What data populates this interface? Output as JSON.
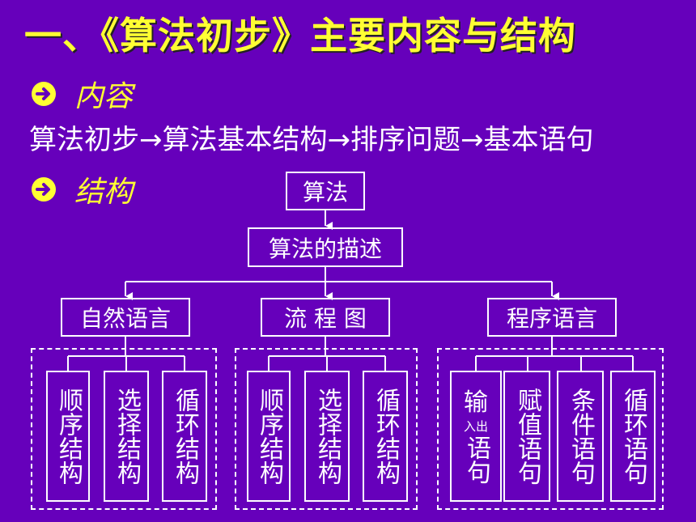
{
  "title": "一、《算法初步》主要内容与结构",
  "sections": [
    {
      "label": "内容"
    },
    {
      "label": "结构"
    }
  ],
  "content_line": "算法初步→算法基本结构→排序问题→基本语句",
  "tree": {
    "root": "算法",
    "level2": "算法的描述",
    "categories": [
      "自然语言",
      "流 程 图",
      "程序语言"
    ],
    "natural_language_leaves": [
      "顺序结构",
      "选择结构",
      "循环结构"
    ],
    "flowchart_leaves": [
      "顺序结构",
      "选择结构",
      "循环结构"
    ],
    "program_language_leaves": [
      {
        "top": "输",
        "middle": "入出",
        "bottom": "语句"
      },
      {
        "text": "赋值语句"
      },
      {
        "text": "条件语句"
      },
      {
        "text": "循环语句"
      }
    ]
  },
  "colors": {
    "background": "#6600bb",
    "accent": "#ffff33",
    "line": "#ffffff"
  },
  "icons": {
    "bullet": "arrow-circle-icon"
  }
}
